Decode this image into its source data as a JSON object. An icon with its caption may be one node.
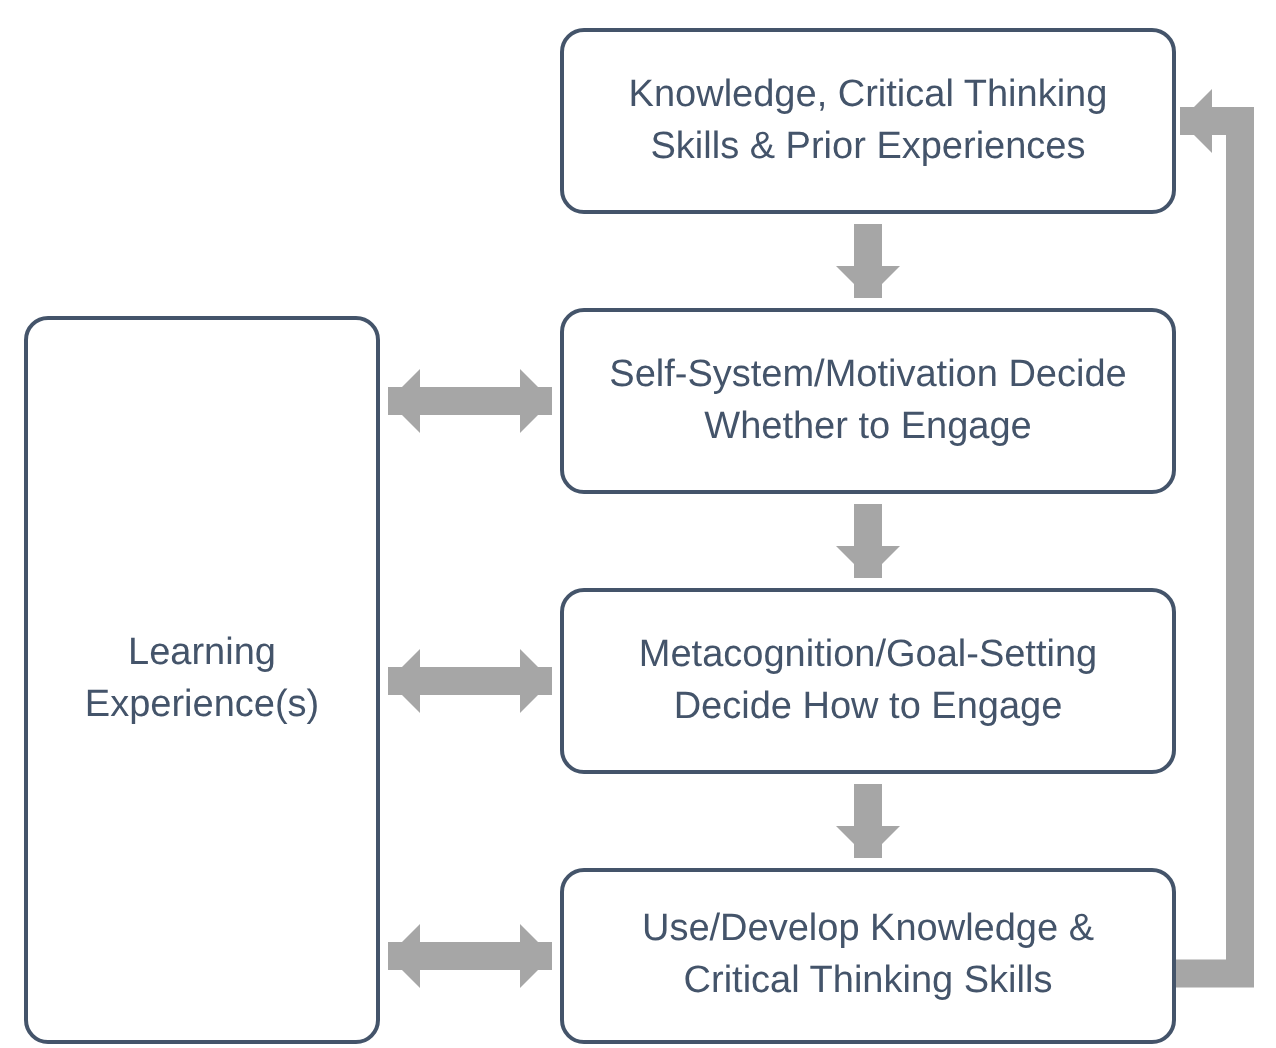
{
  "diagram": {
    "nodes": [
      {
        "text": [
          "Knowledge, Critical Thinking Skills & Prior Experiences"
        ]
      },
      {
        "text": [
          "Self-System/Motivation Decide Whether to Engage"
        ]
      },
      {
        "text": [
          "Metacognition/Goal-Setting Decide How to Engage"
        ]
      },
      {
        "text": [
          "Use/Develop Knowledge & Critical Thinking Skills"
        ]
      },
      {
        "text": [
          "Learning Experience(s)"
        ]
      }
    ],
    "edges": [
      {
        "from": 0,
        "to": 1,
        "arrow": "to"
      },
      {
        "from": 1,
        "to": 2,
        "arrow": "to"
      },
      {
        "from": 2,
        "to": 3,
        "arrow": "to"
      },
      {
        "from": 4,
        "to": 1,
        "arrow": "both"
      },
      {
        "from": 4,
        "to": 2,
        "arrow": "both"
      },
      {
        "from": 4,
        "to": 3,
        "arrow": "both"
      },
      {
        "from": 3,
        "to": 0,
        "arrow": "to"
      }
    ]
  }
}
